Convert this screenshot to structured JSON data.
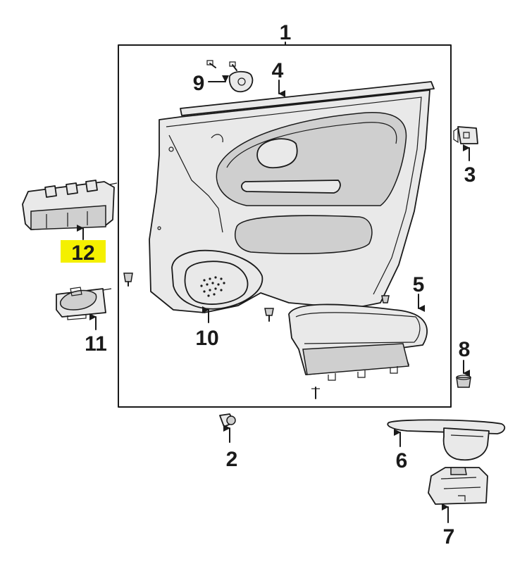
{
  "callouts": [
    {
      "id": "1",
      "text": "1"
    },
    {
      "id": "2",
      "text": "2"
    },
    {
      "id": "3",
      "text": "3"
    },
    {
      "id": "4",
      "text": "4"
    },
    {
      "id": "5",
      "text": "5"
    },
    {
      "id": "6",
      "text": "6"
    },
    {
      "id": "7",
      "text": "7"
    },
    {
      "id": "8",
      "text": "8"
    },
    {
      "id": "9",
      "text": "9"
    },
    {
      "id": "10",
      "text": "10"
    },
    {
      "id": "11",
      "text": "11"
    },
    {
      "id": "12",
      "text": "12",
      "highlighted": true
    }
  ],
  "colors": {
    "ink": "#1a1a1a",
    "highlight": "#f4f000",
    "part_fill": "#e9e9e9"
  }
}
